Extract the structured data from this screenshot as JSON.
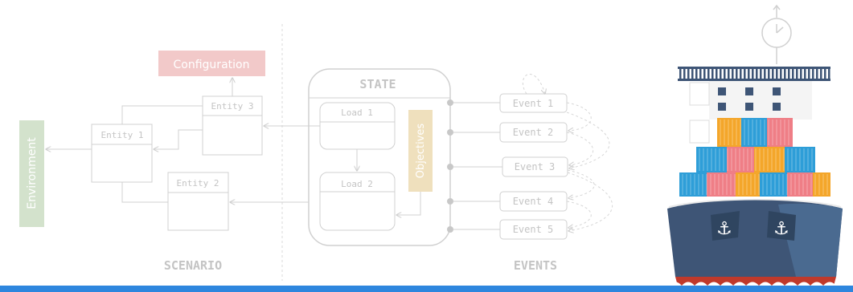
{
  "scenario": {
    "title": "SCENARIO",
    "configuration_label": "Configuration",
    "environment_label": "Environment",
    "entities": [
      "Entity 1",
      "Entity 2",
      "Entity 3"
    ]
  },
  "state": {
    "title": "STATE",
    "loads": [
      "Load 1",
      "Load 2"
    ],
    "objectives_label": "Objectives"
  },
  "events": {
    "title": "EVENTS",
    "items": [
      "Event 1",
      "Event 2",
      "Event 3",
      "Event 4",
      "Event 5"
    ]
  },
  "colors": {
    "line": "#d5d5d5",
    "text": "#c4c4c4",
    "configuration": "#f2c9c9",
    "environment": "#d3e2cc",
    "objectives": "#efe0bd",
    "ship_hull": "#3e5576",
    "ship_deck": "#ffffff",
    "ship_bottom": "#c0392b",
    "water": "#2e86de"
  },
  "icons": [
    "clock-icon",
    "anchor-icon",
    "wave-icon",
    "ship-icon"
  ]
}
